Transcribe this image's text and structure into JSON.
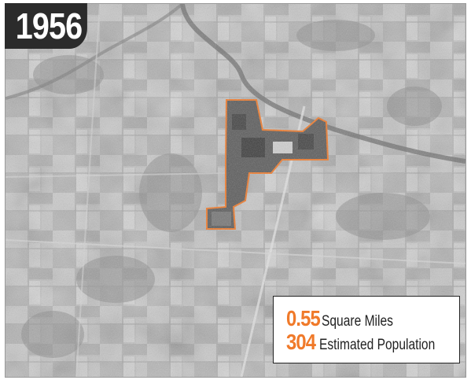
{
  "map": {
    "year": "1956",
    "boundary_color": "#f07a2a",
    "accent_color": "#f07a2a",
    "imagery": "grayscale aerial photograph"
  },
  "stats": {
    "area_value": "0.55",
    "area_label": "Square Miles",
    "population_value": "304",
    "population_label": "Estimated Population"
  }
}
